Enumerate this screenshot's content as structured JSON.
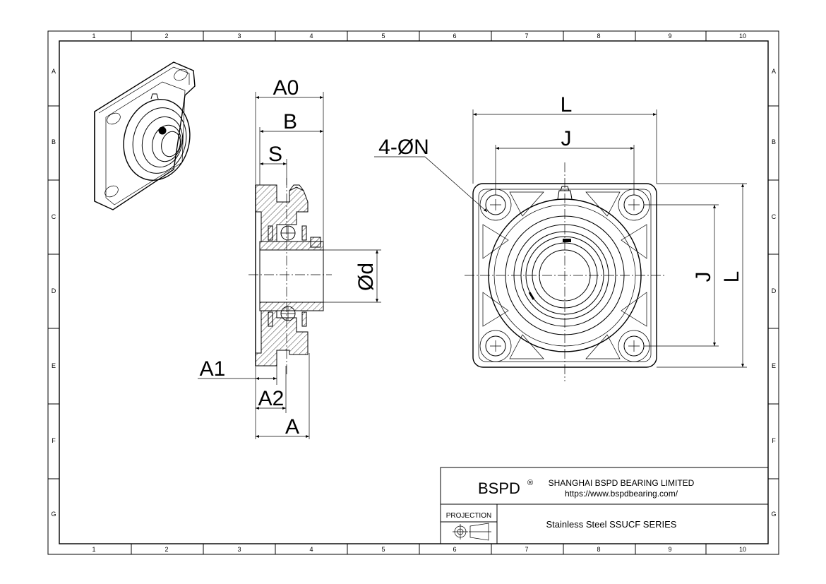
{
  "zones": {
    "columns": [
      "1",
      "2",
      "3",
      "4",
      "5",
      "6",
      "7",
      "8",
      "9",
      "10"
    ],
    "rows": [
      "A",
      "B",
      "C",
      "D",
      "E",
      "F",
      "G"
    ]
  },
  "dimensions": {
    "a0": "A0",
    "b": "B",
    "s": "S",
    "od": "Ød",
    "a1": "A1",
    "a2": "A2",
    "a": "A",
    "l_top": "L",
    "j_top": "J",
    "n": "4-ØN",
    "j_side": "J",
    "l_side": "L"
  },
  "title_block": {
    "brand": "BSPD",
    "registered": "®",
    "company": "SHANGHAI BSPD BEARING LIMITED",
    "website": "https://www.bspdbearing.com/",
    "projection_label": "PROJECTION",
    "series": "Stainless Steel  SSUCF SERIES"
  }
}
